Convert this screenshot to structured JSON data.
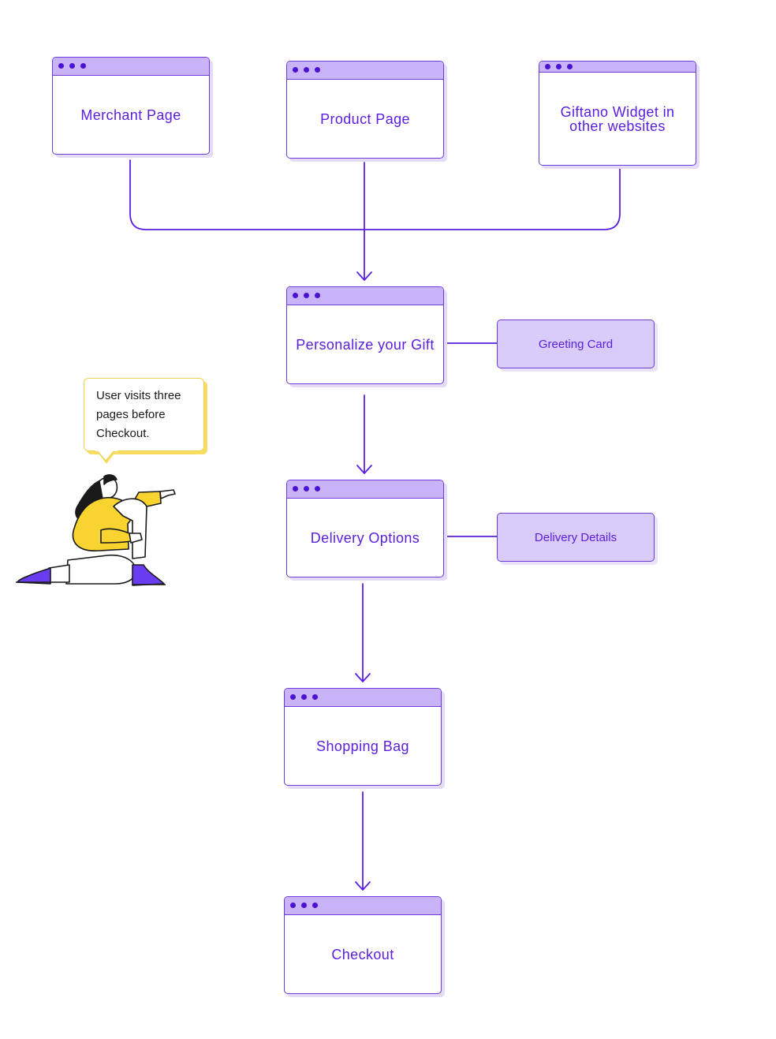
{
  "colors": {
    "accent": "#5b1fe0",
    "window_bar": "#c9b3f9",
    "side_box_fill": "#d9ccfb",
    "bubble_border": "#f2d24a",
    "figure_sweater": "#f9d430",
    "figure_shoes": "#6a3cf0"
  },
  "nodes": {
    "merchant_page": "Merchant Page",
    "product_page": "Product Page",
    "giftano_widget": "Giftano Widget in\nother websites",
    "personalize_gift": "Personalize your Gift",
    "delivery_options": "Delivery Options",
    "shopping_bag": "Shopping Bag",
    "checkout": "Checkout"
  },
  "side_boxes": {
    "greeting_card": "Greeting Card",
    "delivery_details": "Delivery Details"
  },
  "annotation": {
    "text": "User visits three pages before Checkout."
  },
  "illustration": {
    "icon": "sitting-woman-pointing-illustration"
  }
}
